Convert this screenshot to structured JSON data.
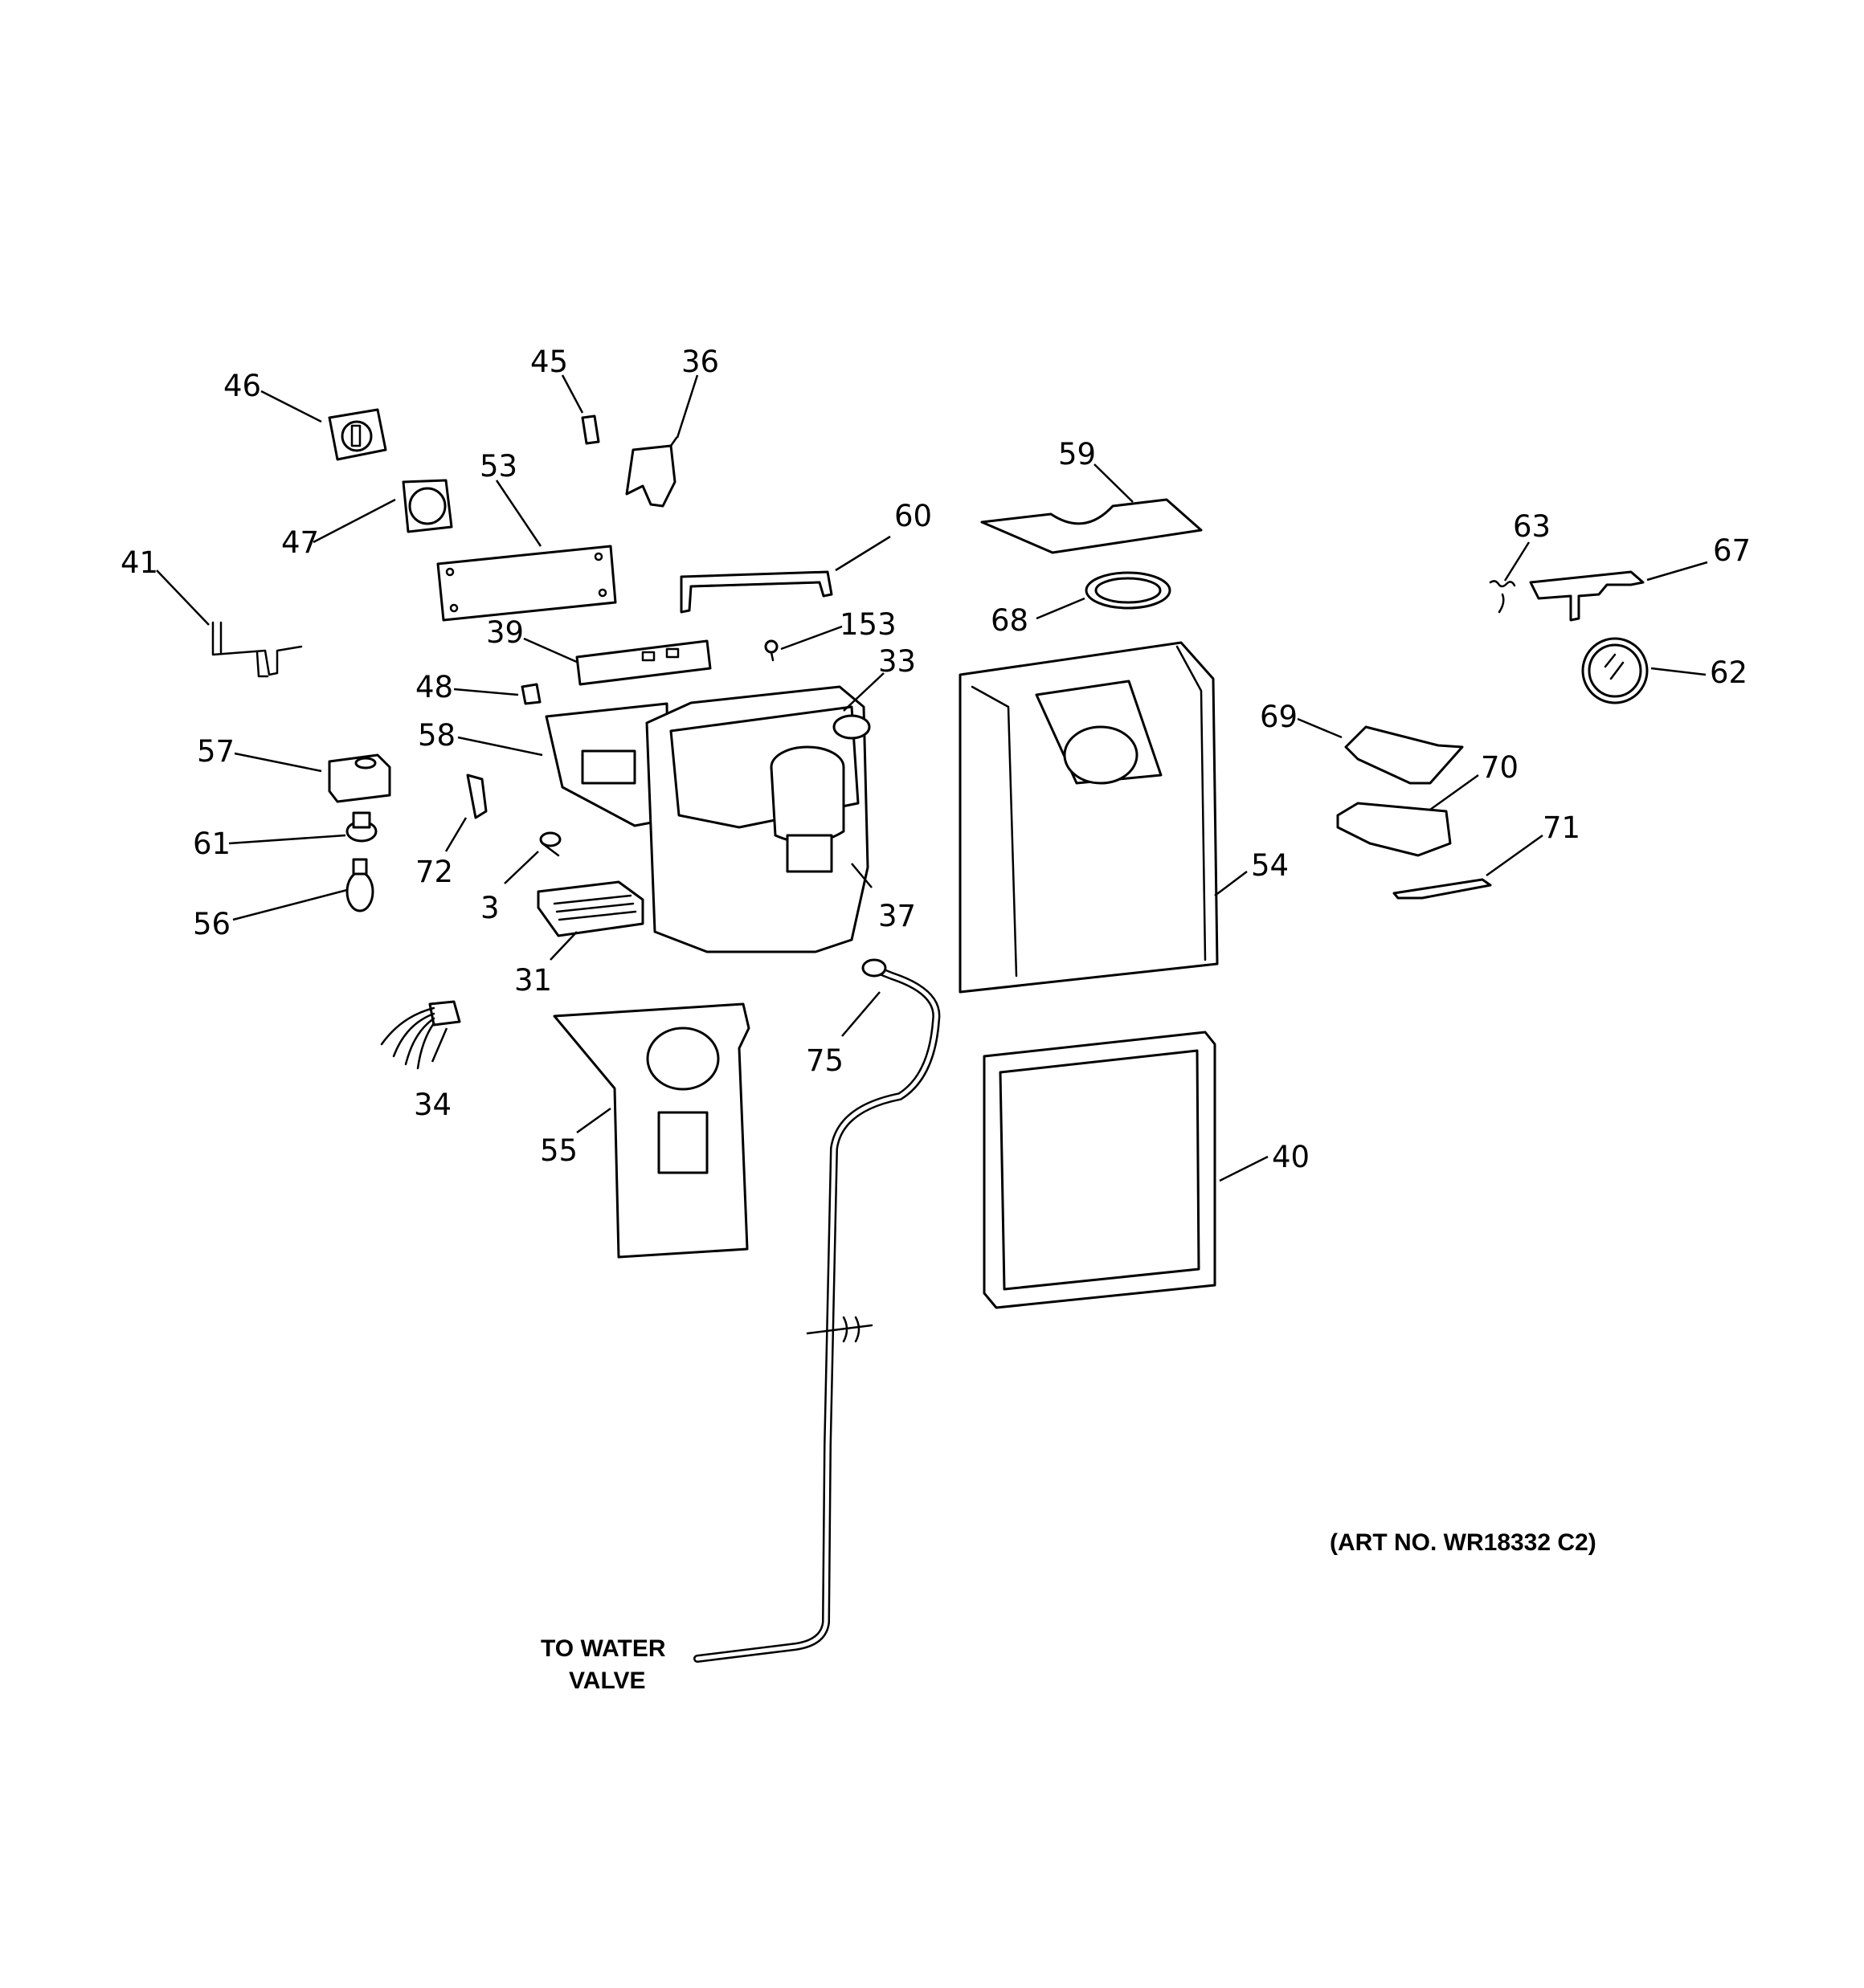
{
  "callouts": {
    "c46": "46",
    "c45": "45",
    "c36": "36",
    "c53": "53",
    "c47": "47",
    "c41": "41",
    "c60": "60",
    "c59": "59",
    "c63": "63",
    "c67": "67",
    "c68": "68",
    "c39": "39",
    "c153": "153",
    "c33": "33",
    "c48": "48",
    "c62": "62",
    "c57": "57",
    "c58": "58",
    "c69": "69",
    "c70": "70",
    "c61": "61",
    "c72": "72",
    "c71": "71",
    "c54": "54",
    "c56": "56",
    "c3": "3",
    "c37": "37",
    "c31": "31",
    "c75": "75",
    "c34": "34",
    "c55": "55",
    "c40": "40"
  },
  "captions": {
    "art_no": "(ART NO. WR18332 C2)",
    "water_valve_line1": "TO WATER",
    "water_valve_line2": "VALVE"
  }
}
